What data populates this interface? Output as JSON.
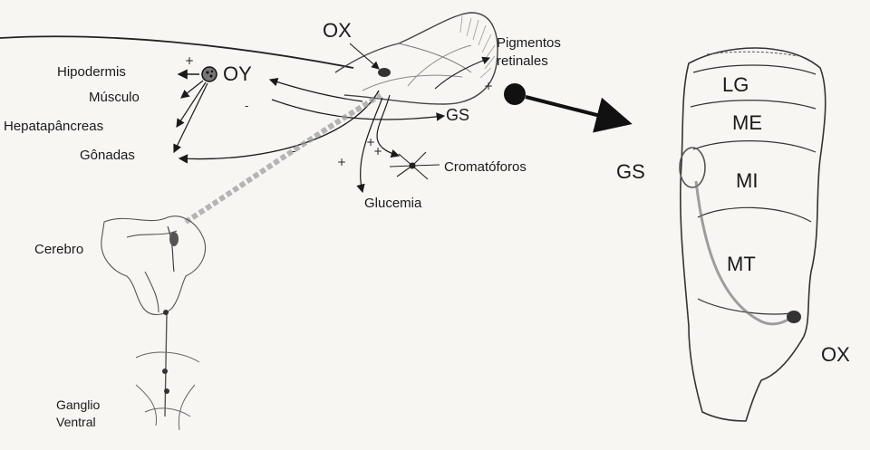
{
  "left_labels": {
    "hipodermis": "Hipodermis",
    "musculo": "Músculo",
    "hepatopancreas": "Hepatapâncreas",
    "gonadas": "Gônadas",
    "oy": "OY",
    "ox": "OX",
    "gs": "GS",
    "pigmentos_line1": "Pigmentos",
    "pigmentos_line2": "retinales",
    "cromatoforos": "Cromatóforos",
    "glucemia": "Glucemia",
    "cerebro": "Cerebro",
    "ganglio_line1": "Ganglio",
    "ganglio_line2": "Ventral"
  },
  "right_labels": {
    "lg": "LG",
    "me": "ME",
    "gs": "GS",
    "mi": "MI",
    "mt": "MT",
    "ox": "OX"
  },
  "signs": {
    "plus": "+",
    "minus": "-"
  },
  "colors": {
    "ink": "#1a1a1a",
    "background": "#f7f6f3"
  }
}
